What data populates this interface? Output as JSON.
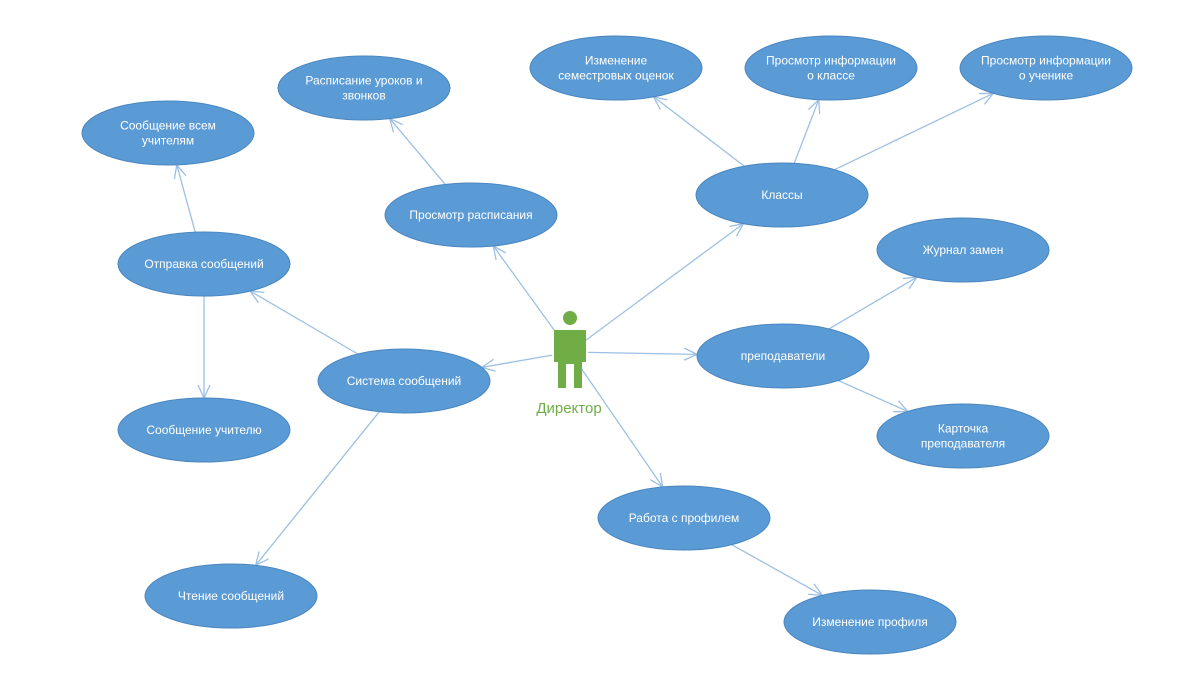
{
  "colors": {
    "ellipse_fill": "#5B9BD5",
    "ellipse_stroke": "#4A86C0",
    "connector": "#9CC0E4",
    "actor": "#70AD47",
    "node_text": "#ffffff"
  },
  "actor": {
    "id": "director",
    "label": "Директор"
  },
  "nodes": [
    {
      "id": "schedule_view",
      "label": [
        "Просмотр расписания"
      ]
    },
    {
      "id": "classes",
      "label": [
        "Классы"
      ]
    },
    {
      "id": "teachers",
      "label": [
        "преподаватели"
      ]
    },
    {
      "id": "profile_work",
      "label": [
        "Работа с профилем"
      ]
    },
    {
      "id": "messaging",
      "label": [
        "Система сообщений"
      ]
    },
    {
      "id": "lessons_bells",
      "label": [
        "Расписание уроков и",
        "звонков"
      ]
    },
    {
      "id": "semester_grades",
      "label": [
        "Изменение",
        "семестровых оценок"
      ]
    },
    {
      "id": "class_info",
      "label": [
        "Просмотр информации",
        "о классе"
      ]
    },
    {
      "id": "student_info",
      "label": [
        "Просмотр информации",
        "о ученике"
      ]
    },
    {
      "id": "substitution_log",
      "label": [
        "Журнал замен"
      ]
    },
    {
      "id": "teacher_card",
      "label": [
        "Карточка",
        "преподавателя"
      ]
    },
    {
      "id": "profile_edit",
      "label": [
        "Изменение профиля"
      ]
    },
    {
      "id": "send_messages",
      "label": [
        "Отправка  сообщений"
      ]
    },
    {
      "id": "msg_all_teachers",
      "label": [
        "Сообщение всем",
        "учителям"
      ]
    },
    {
      "id": "msg_teacher",
      "label": [
        "Сообщение учителю"
      ]
    },
    {
      "id": "read_messages",
      "label": [
        "Чтение сообщений"
      ]
    }
  ],
  "edges": [
    {
      "from": "director",
      "to": "schedule_view"
    },
    {
      "from": "director",
      "to": "classes"
    },
    {
      "from": "director",
      "to": "teachers"
    },
    {
      "from": "director",
      "to": "profile_work"
    },
    {
      "from": "director",
      "to": "messaging"
    },
    {
      "from": "schedule_view",
      "to": "lessons_bells"
    },
    {
      "from": "classes",
      "to": "semester_grades"
    },
    {
      "from": "classes",
      "to": "class_info"
    },
    {
      "from": "classes",
      "to": "student_info"
    },
    {
      "from": "teachers",
      "to": "substitution_log"
    },
    {
      "from": "teachers",
      "to": "teacher_card"
    },
    {
      "from": "profile_work",
      "to": "profile_edit"
    },
    {
      "from": "messaging",
      "to": "send_messages"
    },
    {
      "from": "messaging",
      "to": "read_messages"
    },
    {
      "from": "send_messages",
      "to": "msg_all_teachers"
    },
    {
      "from": "send_messages",
      "to": "msg_teacher"
    }
  ]
}
